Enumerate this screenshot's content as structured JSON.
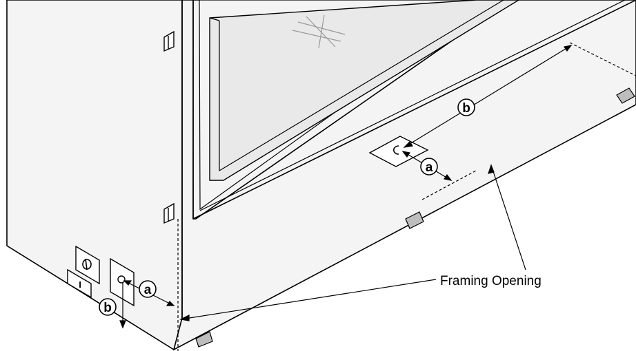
{
  "labels": {
    "framing_opening": "Framing Opening"
  },
  "callouts": {
    "front_a": "a",
    "front_b": "b",
    "side_a": "a",
    "side_b": "b"
  },
  "switch_label": "I",
  "colors": {
    "line": "#000000",
    "panel_fill": "#f4f4f4",
    "glass_fill": "#e9e9e9",
    "foot_fill": "#bdbdbd",
    "background": "#ffffff"
  }
}
